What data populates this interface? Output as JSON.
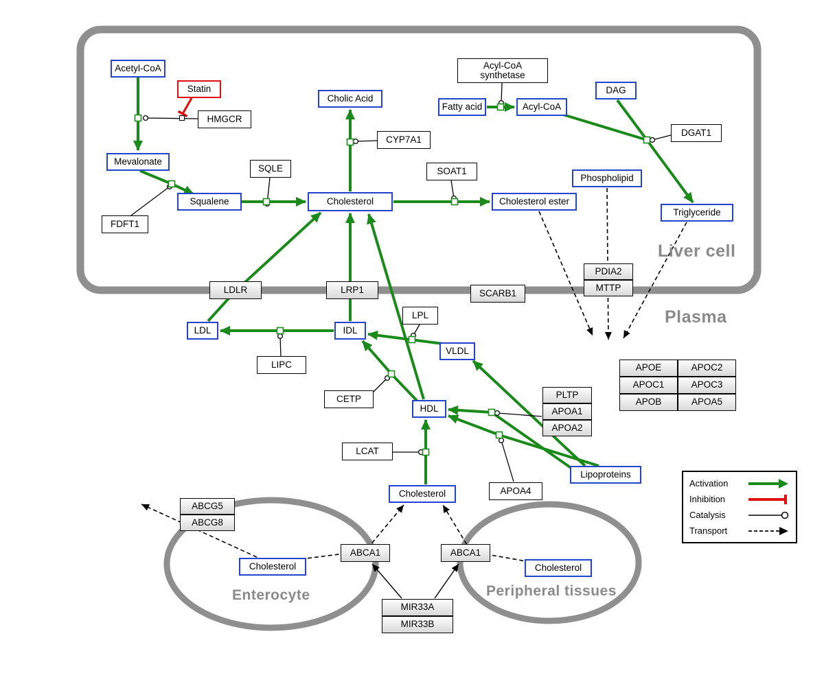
{
  "nodes": {
    "acetyl_coa": "Acetyl-CoA",
    "statin": "Statin",
    "hmgcr": "HMGCR",
    "mevalonate": "Mevalonate",
    "fdft1": "FDFT1",
    "squalene": "Squalene",
    "sqle": "SQLE",
    "cholic_acid": "Cholic Acid",
    "cyp7a1": "CYP7A1",
    "cholesterol_liver": "Cholesterol",
    "soat1": "SOAT1",
    "cholesterol_ester": "Cholesterol ester",
    "acyl_coa_synthetase_line1": "Acyl-CoA",
    "acyl_coa_synthetase_line2": "synthetase",
    "fatty_acid": "Fatty acid",
    "acyl_coa": "Acyl-CoA",
    "dag": "DAG",
    "dgat1": "DGAT1",
    "phospholipid": "Phospholipid",
    "triglyceride": "Triglyceride",
    "ldlr": "LDLR",
    "lrp1": "LRP1",
    "scarb1": "SCARB1",
    "pdia2": "PDIA2",
    "mttp": "MTTP",
    "ldl": "LDL",
    "idl": "IDL",
    "lipc": "LIPC",
    "lpl": "LPL",
    "vldl": "VLDL",
    "cetp": "CETP",
    "hdl": "HDL",
    "pltp": "PLTP",
    "apoa1": "APOA1",
    "apoa2": "APOA2",
    "apoe": "APOE",
    "apoc2": "APOC2",
    "apoc1": "APOC1",
    "apoc3": "APOC3",
    "apob": "APOB",
    "apoa5": "APOA5",
    "lcat": "LCAT",
    "apoa4": "APOA4",
    "lipoproteins": "Lipoproteins",
    "cholesterol_plasma": "Cholesterol",
    "abcg5": "ABCG5",
    "abcg8": "ABCG8",
    "cholesterol_enterocyte": "Cholesterol",
    "abca1_enterocyte": "ABCA1",
    "abca1_peripheral": "ABCA1",
    "cholesterol_peripheral": "Cholesterol",
    "mir33a": "MIR33A",
    "mir33b": "MIR33B"
  },
  "regions": {
    "liver_cell": "Liver cell",
    "plasma": "Plasma",
    "enterocyte": "Enterocyte",
    "peripheral_tissues": "Peripheral tissues"
  },
  "legend": {
    "activation": "Activation",
    "inhibition": "Inhibition",
    "catalysis": "Catalysis",
    "transport": "Transport"
  },
  "colors": {
    "metabolite_border": "#2244cc",
    "gene_border": "#000000",
    "inhibitor_border": "#e01010",
    "activation_green": "#1a8a1a",
    "inhibition_red": "#e01010",
    "membrane_gray": "#8f8f8f",
    "region_label_gray": "#8a8a8a"
  }
}
